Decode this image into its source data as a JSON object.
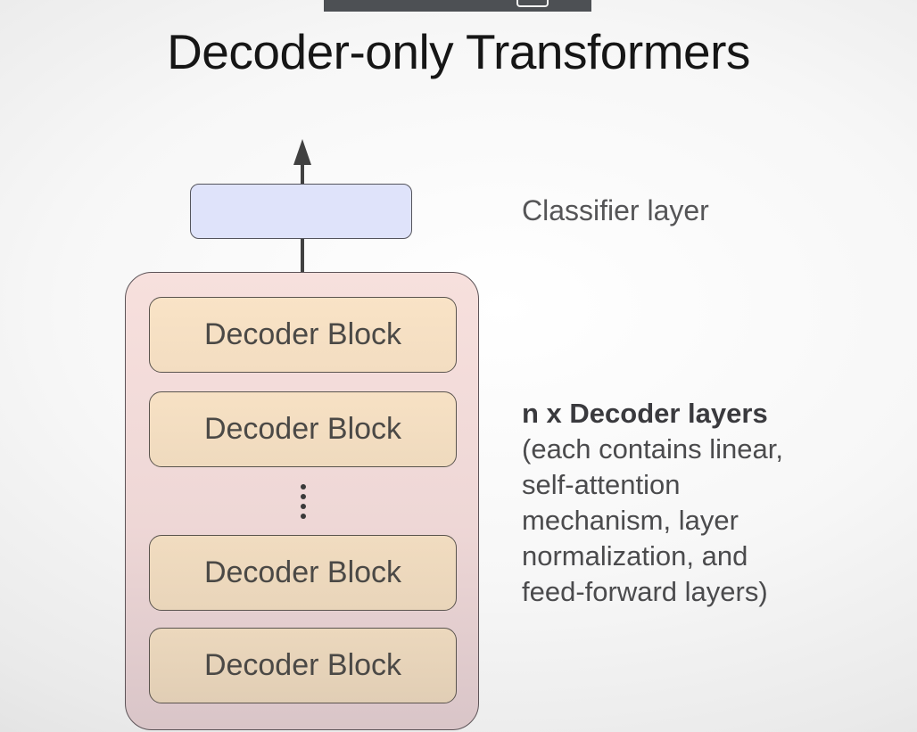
{
  "player": {
    "button_icon": "rounded-rect-outline"
  },
  "title": "Decoder-only Transformers",
  "diagram": {
    "classifier_label": "Classifier layer",
    "blocks": [
      "Decoder Block",
      "Decoder Block",
      "Decoder Block",
      "Decoder Block"
    ]
  },
  "annotation": {
    "heading": "n x Decoder layers",
    "lines": [
      "(each contains linear,",
      "self-attention",
      "mechanism, layer",
      "normalization, and",
      "feed-forward layers)"
    ]
  },
  "colors": {
    "classifier_fill": "#dfe3fa",
    "container_fill_top": "#f7e0dd",
    "container_fill_bottom": "#d9c5c8",
    "block_fill": "#f6e0c3",
    "outline": "#55525a",
    "title_text": "#161616",
    "label_text": "#555557",
    "body_text": "#4b4b4d",
    "arrow": "#414141",
    "player_bar": "#4d5054"
  }
}
